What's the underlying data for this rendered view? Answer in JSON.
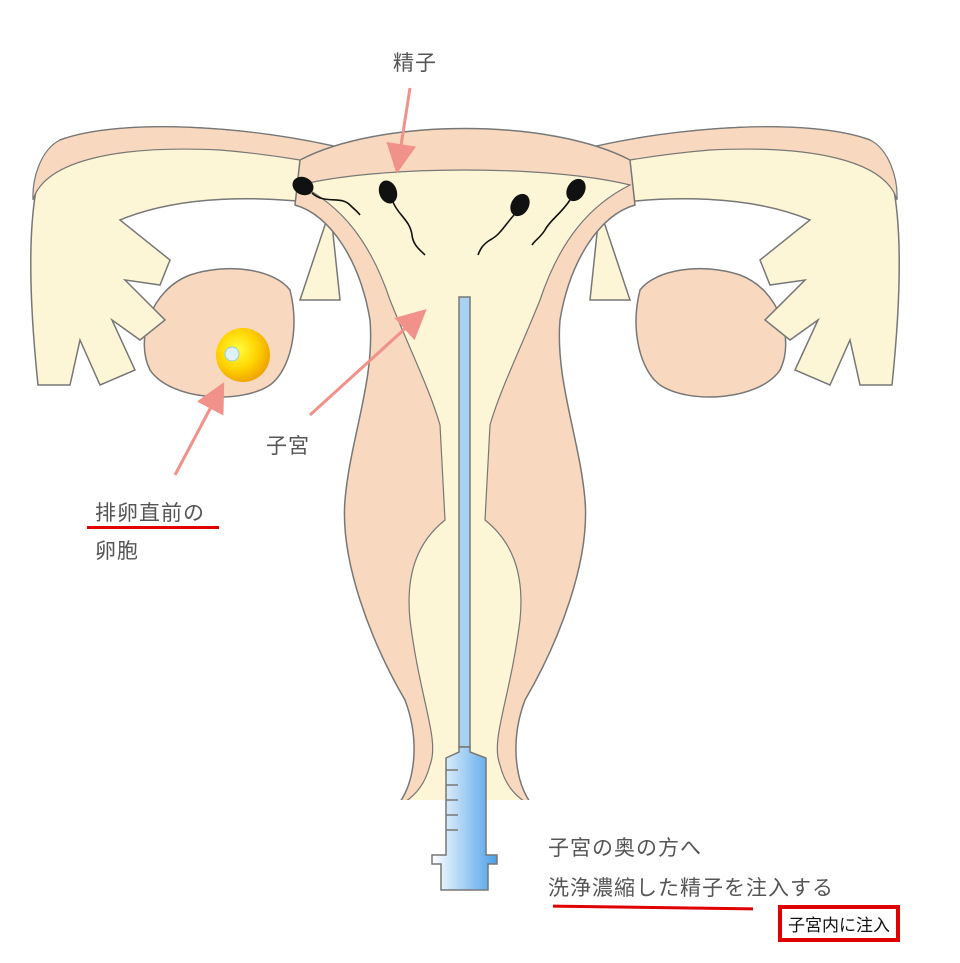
{
  "labels": {
    "sperm": "精子",
    "uterus": "子宮",
    "follicle_line1": "排卵直前の",
    "follicle_line2": "卵胞",
    "injection_line1": "子宮の奥の方へ",
    "injection_line2": "洗浄濃縮した精子を注入する",
    "boxed_caption": "子宮内に注入"
  },
  "colors": {
    "tissue": "#f8d9bf",
    "cavity": "#fdf6d6",
    "outline": "#777777",
    "arrow": "#f0918a",
    "catheter": "#a9d2f2",
    "highlight": "#e00000"
  }
}
